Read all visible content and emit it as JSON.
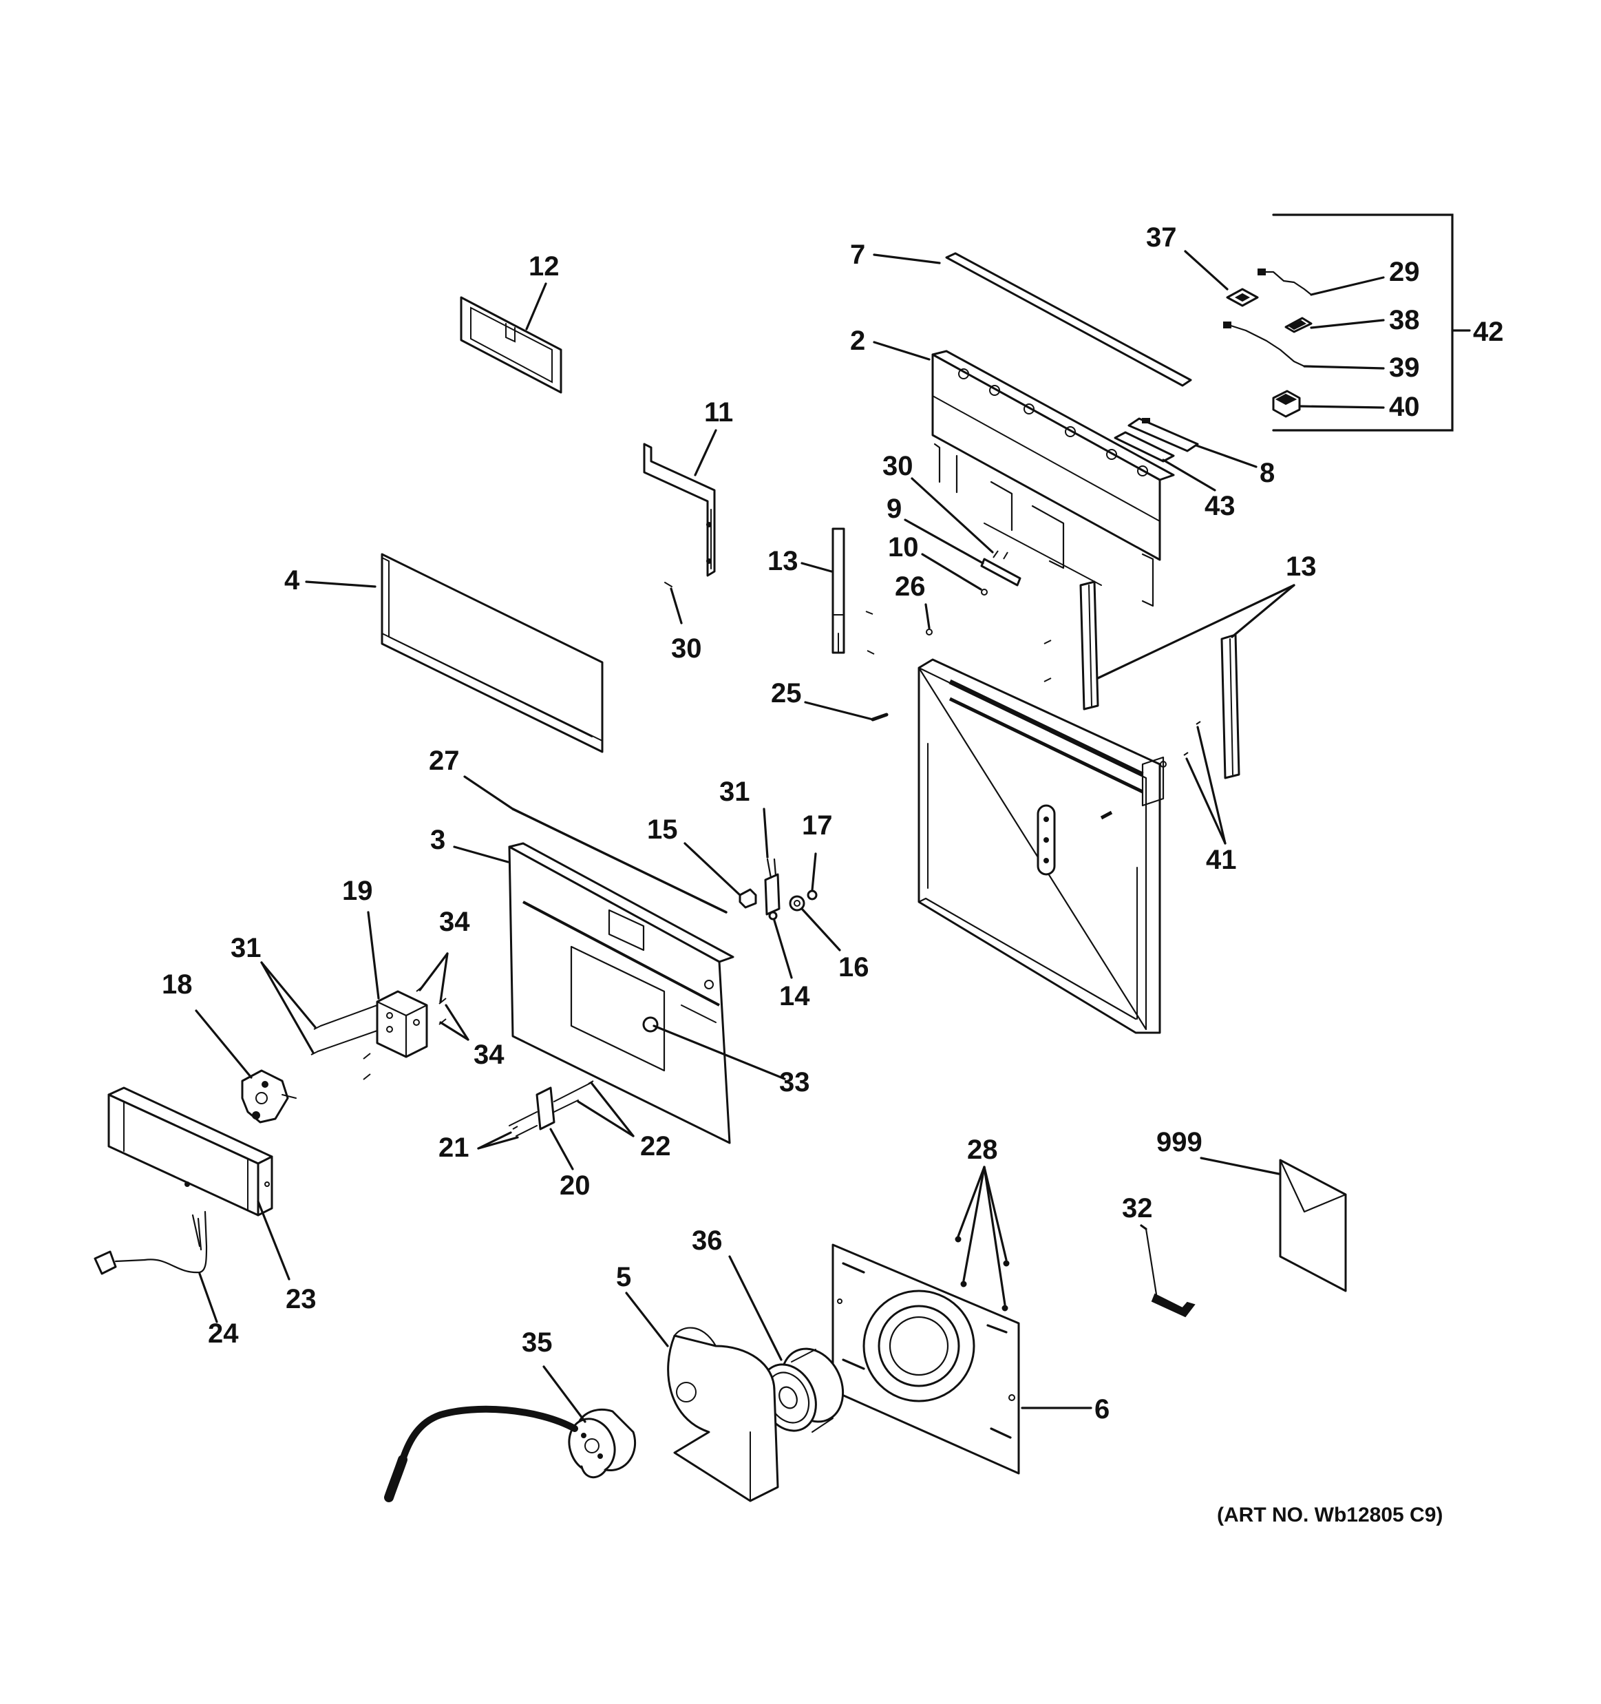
{
  "diagram": {
    "art_number": "(ART NO. Wb12805 C9)",
    "callouts": [
      {
        "id": "c2",
        "text": "2"
      },
      {
        "id": "c3",
        "text": "3"
      },
      {
        "id": "c4",
        "text": "4"
      },
      {
        "id": "c5",
        "text": "5"
      },
      {
        "id": "c6",
        "text": "6"
      },
      {
        "id": "c7",
        "text": "7"
      },
      {
        "id": "c8",
        "text": "8"
      },
      {
        "id": "c9",
        "text": "9"
      },
      {
        "id": "c10",
        "text": "10"
      },
      {
        "id": "c11",
        "text": "11"
      },
      {
        "id": "c12",
        "text": "12"
      },
      {
        "id": "c13a",
        "text": "13"
      },
      {
        "id": "c13b",
        "text": "13"
      },
      {
        "id": "c14",
        "text": "14"
      },
      {
        "id": "c15",
        "text": "15"
      },
      {
        "id": "c16",
        "text": "16"
      },
      {
        "id": "c17",
        "text": "17"
      },
      {
        "id": "c18",
        "text": "18"
      },
      {
        "id": "c19",
        "text": "19"
      },
      {
        "id": "c20",
        "text": "20"
      },
      {
        "id": "c21",
        "text": "21"
      },
      {
        "id": "c22",
        "text": "22"
      },
      {
        "id": "c23",
        "text": "23"
      },
      {
        "id": "c24",
        "text": "24"
      },
      {
        "id": "c25",
        "text": "25"
      },
      {
        "id": "c26",
        "text": "26"
      },
      {
        "id": "c27",
        "text": "27"
      },
      {
        "id": "c28",
        "text": "28"
      },
      {
        "id": "c29",
        "text": "29"
      },
      {
        "id": "c30a",
        "text": "30"
      },
      {
        "id": "c30b",
        "text": "30"
      },
      {
        "id": "c31a",
        "text": "31"
      },
      {
        "id": "c31b",
        "text": "31"
      },
      {
        "id": "c32",
        "text": "32"
      },
      {
        "id": "c33",
        "text": "33"
      },
      {
        "id": "c34a",
        "text": "34"
      },
      {
        "id": "c34b",
        "text": "34"
      },
      {
        "id": "c35",
        "text": "35"
      },
      {
        "id": "c36",
        "text": "36"
      },
      {
        "id": "c37",
        "text": "37"
      },
      {
        "id": "c38",
        "text": "38"
      },
      {
        "id": "c39",
        "text": "39"
      },
      {
        "id": "c40",
        "text": "40"
      },
      {
        "id": "c41",
        "text": "41"
      },
      {
        "id": "c42",
        "text": "42"
      },
      {
        "id": "c43",
        "text": "43"
      },
      {
        "id": "c999",
        "text": "999"
      }
    ]
  }
}
